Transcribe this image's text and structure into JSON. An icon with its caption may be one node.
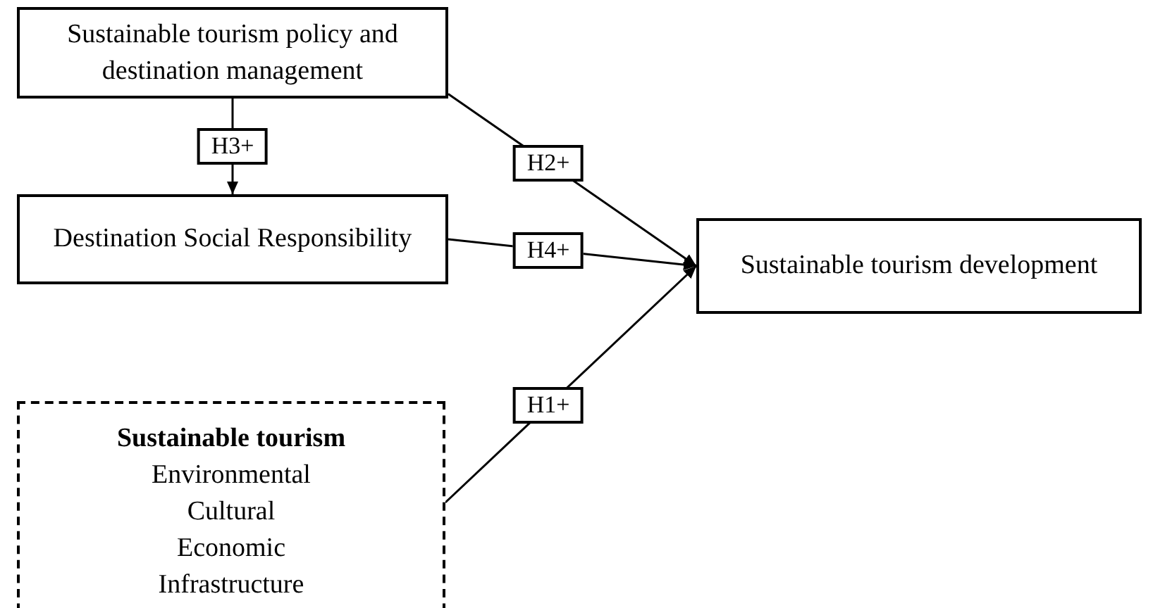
{
  "diagram": {
    "nodes": [
      {
        "text": [
          "Sustainable tourism policy and destination management"
        ]
      },
      {
        "text": [
          "Destination Social Responsibility"
        ]
      },
      {
        "text": [
          "Sustainable tourism development"
        ]
      },
      {
        "text": [
          "Sustainable tourism",
          "Environmental",
          "Cultural",
          "Economic",
          "Infrastructure"
        ]
      }
    ],
    "edges": [
      {
        "from": 0,
        "to": 1,
        "arrow": "to",
        "label": "H3+"
      },
      {
        "from": 0,
        "to": 2,
        "arrow": "to",
        "label": "H2+"
      },
      {
        "from": 1,
        "to": 2,
        "arrow": "to",
        "label": "H4+"
      },
      {
        "from": 3,
        "to": 2,
        "arrow": "to",
        "label": "H1+"
      }
    ]
  }
}
